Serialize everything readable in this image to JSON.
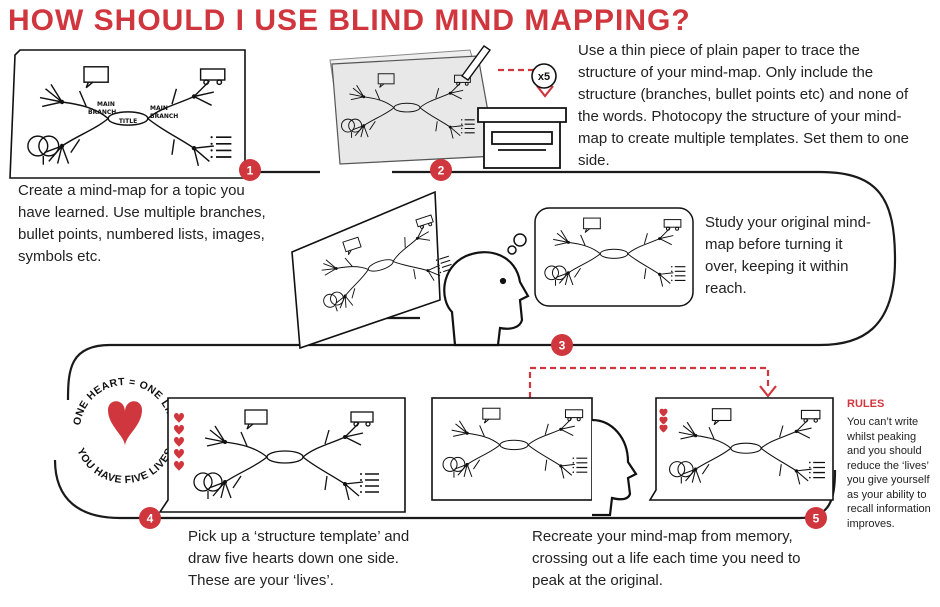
{
  "title": "HOW SHOULD I USE BLIND MIND MAPPING?",
  "steps": [
    {
      "number": "1",
      "text": "Create a mind-map for a topic you have learned. Use multiple branches, bullet points, numbered lists, images, symbols etc."
    },
    {
      "number": "2",
      "text": "Use a thin piece of plain paper to trace the structure of your mind-map. Only include the structure (branches, bullet points etc) and none of the words. Photocopy the structure of your mind-map to create multiple templates. Set them to one side."
    },
    {
      "number": "3",
      "text": "Study your original mind-map before turning it over, keeping it within reach."
    },
    {
      "number": "4",
      "text": "Pick up a ‘structure template’ and draw five hearts down one side. These are your ‘lives’."
    },
    {
      "number": "5",
      "text": "Recreate your mind-map from memory, crossing out a life each time you need to peak at the original."
    }
  ],
  "copies_label": "x5",
  "heart_ring": {
    "top": "ONE HEART = ONE LIFE",
    "bottom": "YOU HAVE FIVE LIVES"
  },
  "mindmap": {
    "title": "TITLE",
    "main": "MAIN",
    "branch": "BRANCH"
  },
  "rules": {
    "heading": "RULES",
    "text": "You can’t write whilst peaking and you should reduce the ‘lives’ you give yourself as your ability to recall information improves."
  },
  "colors": {
    "accent": "#d0363d",
    "line": "#1a1a1a",
    "paper": "#ffffff",
    "tracing_paper": "#e6e6e6"
  }
}
